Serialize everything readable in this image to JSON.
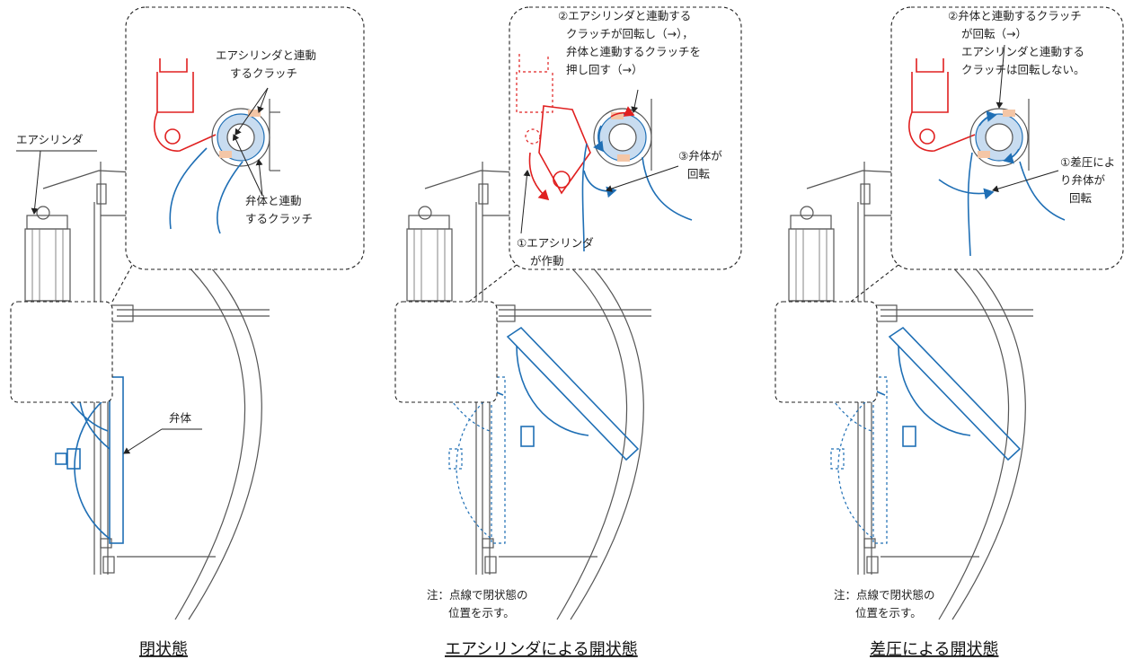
{
  "panels": {
    "closed": {
      "caption": "閉状態",
      "label_cylinder": "エアシリンダ",
      "label_valve": "弁体",
      "label_clutch_air": [
        "エアシリンダと連動",
        "するクラッチ"
      ],
      "label_clutch_valve": [
        "弁体と連動",
        "するクラッチ"
      ]
    },
    "air_open": {
      "caption": "エアシリンダによる開状態",
      "step2": [
        "②エアシリンダと連動する",
        "クラッチが回転し（→），",
        "弁体と連動するクラッチを",
        "押し回す（→）"
      ],
      "step3": [
        "③弁体が",
        "回転"
      ],
      "step1": [
        "①エアシリンダ",
        "が作動"
      ],
      "note": [
        "注：点線で閉状態の",
        "位置を示す。"
      ]
    },
    "diff_open": {
      "caption": "差圧による開状態",
      "step2": [
        "②弁体と連動するクラッチ",
        "が回転（→）",
        "エアシリンダと連動する",
        "クラッチは回転しない。"
      ],
      "step1": [
        "①差圧によ",
        "り弁体が",
        "回転"
      ],
      "note": [
        "注：点線で閉状態の",
        "位置を示す。"
      ]
    }
  },
  "colors": {
    "air_linked": "#e02020",
    "valve_linked": "#1f6fb5",
    "structure": "#555555"
  }
}
